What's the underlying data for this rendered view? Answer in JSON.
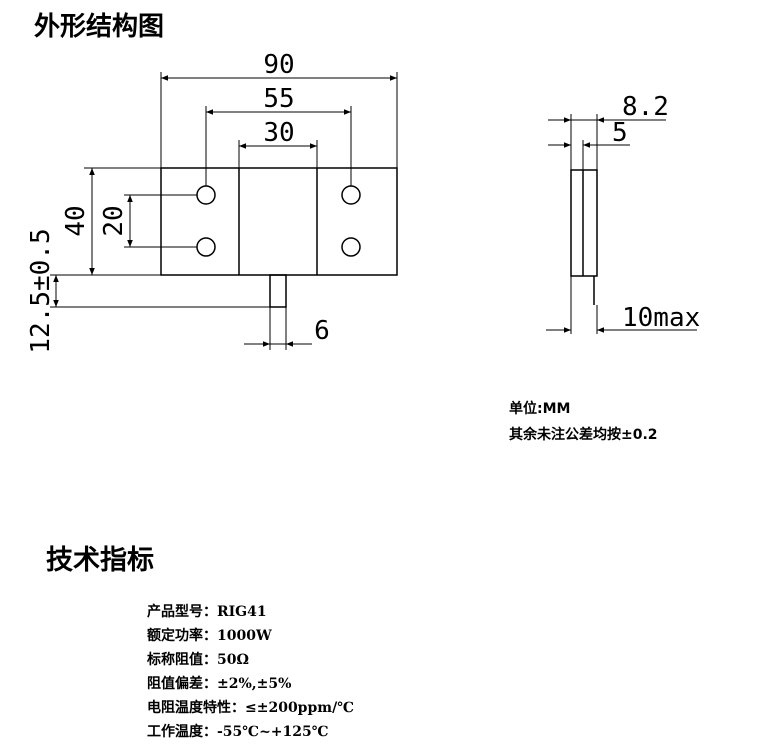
{
  "section_outline_title": "外形结构图",
  "section_tech_title": "技术指标",
  "dimensions": {
    "total_width": "90",
    "hole_spacing_h": "55",
    "center_width": "30",
    "height": "40",
    "hole_spacing_v": "20",
    "lead_length": "12.5±0.5",
    "lead_width": "6",
    "side_thickness": "8.2",
    "side_plate": "5",
    "side_max": "10max"
  },
  "notes": {
    "unit": "单位:MM",
    "tolerance": "其余未注公差均按±0.2"
  },
  "specs": [
    {
      "label": "产品型号：",
      "value": "RIG41"
    },
    {
      "label": "额定功率：",
      "value": "1000W"
    },
    {
      "label": "标称阻值：",
      "value": "50Ω"
    },
    {
      "label": "阻值偏差：",
      "value": "±2%,±5%"
    },
    {
      "label": "电阻温度特性：",
      "value": "≤±200ppm/℃"
    },
    {
      "label": "工作温度：",
      "value": "-55℃~+125℃"
    }
  ]
}
